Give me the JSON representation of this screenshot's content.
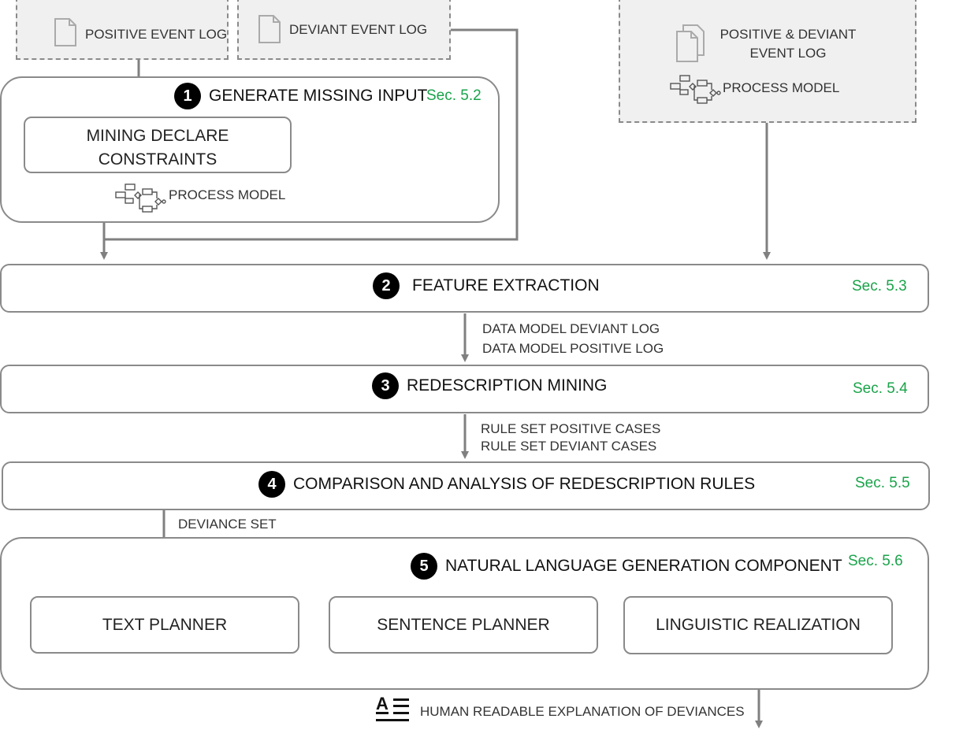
{
  "inputs": {
    "positive_log": "POSITIVE EVENT LOG",
    "deviant_log": "DEVIANT EVENT LOG",
    "pos_dev_log_line1": "POSITIVE & DEVIANT",
    "pos_dev_log_line2": "EVENT LOG",
    "process_model_right": "PROCESS MODEL"
  },
  "step1": {
    "number": "1",
    "title": "GENERATE MISSING INPUT",
    "section": "Sec. 5.2",
    "mining_line1": "MINING DECLARE",
    "mining_line2": "CONSTRAINTS",
    "process_model": "PROCESS MODEL"
  },
  "step2": {
    "number": "2",
    "title": "FEATURE EXTRACTION",
    "section": "Sec. 5.3"
  },
  "flow_2_3": {
    "line1": "DATA MODEL DEVIANT LOG",
    "line2": "DATA MODEL POSITIVE LOG"
  },
  "step3": {
    "number": "3",
    "title": "REDESCRIPTION MINING",
    "section": "Sec. 5.4"
  },
  "flow_3_4": {
    "line1": "RULE SET POSITIVE CASES",
    "line2": "RULE SET DEVIANT CASES"
  },
  "step4": {
    "number": "4",
    "title": "COMPARISON AND ANALYSIS OF REDESCRIPTION RULES",
    "section": "Sec. 5.5"
  },
  "flow_4_5": {
    "label": "DEVIANCE SET"
  },
  "step5": {
    "number": "5",
    "title": "NATURAL LANGUAGE GENERATION COMPONENT",
    "section": "Sec. 5.6",
    "text_planner": "TEXT PLANNER",
    "sentence_planner": "SENTENCE PLANNER",
    "linguistic_realization": "LINGUISTIC REALIZATION"
  },
  "output": {
    "icon_text": "A",
    "label": "HUMAN READABLE EXPLANATION OF DEVIANCES"
  },
  "colors": {
    "line": "#808080",
    "section": "#1aa34a",
    "badge": "#000000",
    "input_fill": "#f0f0f0"
  },
  "icons": [
    "document-icon",
    "documents-icon",
    "process-model-icon",
    "text-icon"
  ]
}
